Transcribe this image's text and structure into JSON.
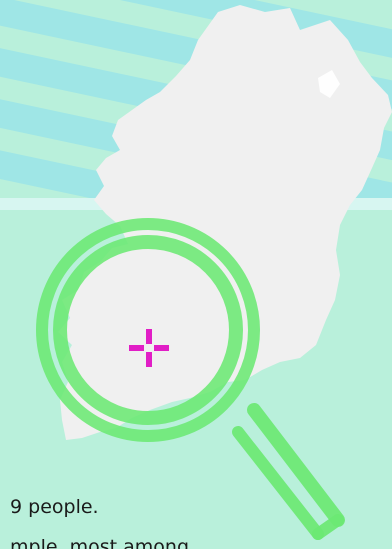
{
  "scene": {
    "background_color": "#b9f0db",
    "stripe_color": "#9fe6e6",
    "land_color": "#f0f0f0",
    "magnifier_color": "#6be873",
    "crosshair_color": "#e11ec6",
    "map_icon": "ireland-map",
    "magnifier_icon": "magnifying-glass-icon",
    "crosshair_icon": "crosshair-marker-icon"
  },
  "caption": {
    "line_1": "9 people.",
    "line_2": "mple, most among"
  }
}
